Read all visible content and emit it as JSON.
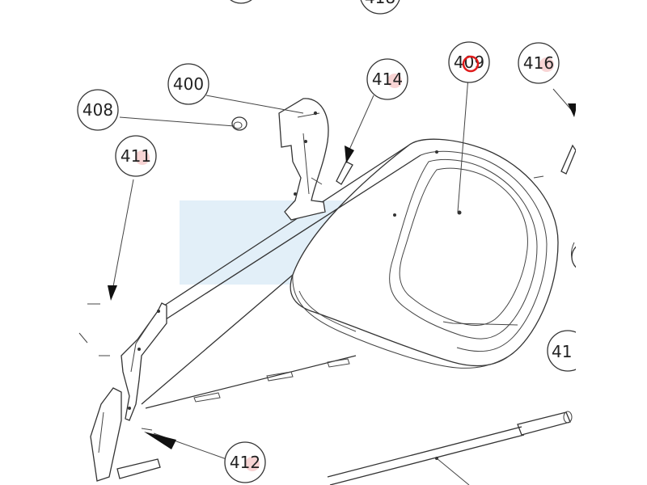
{
  "diagram": {
    "callouts": {
      "c400": "400",
      "c408": "408",
      "c409": "409",
      "c411": "411",
      "c412": "412",
      "c414": "414",
      "c416": "416",
      "c413_partial": "41",
      "c418_partial": "418"
    },
    "colors": {
      "watermark": "#d6e8f5",
      "highlight_ring": "#e01b1b",
      "bubble_tint": "#f6c9c9"
    }
  }
}
